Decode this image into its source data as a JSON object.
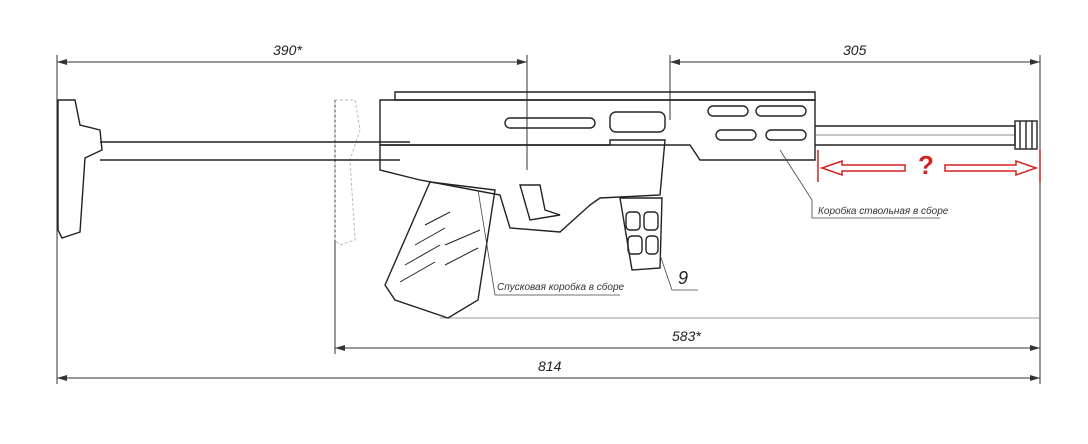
{
  "dimensions": {
    "stock_to_grip": "390*",
    "barrel_section": "305",
    "folded_length": "583*",
    "overall_length": "814"
  },
  "labels": {
    "trigger_housing": "Спусковая коробка в сборе",
    "barrel_housing": "Коробка ствольная в сборе",
    "item_number": "9"
  },
  "annotation": {
    "unknown_length": "?",
    "color": "#d42020"
  }
}
